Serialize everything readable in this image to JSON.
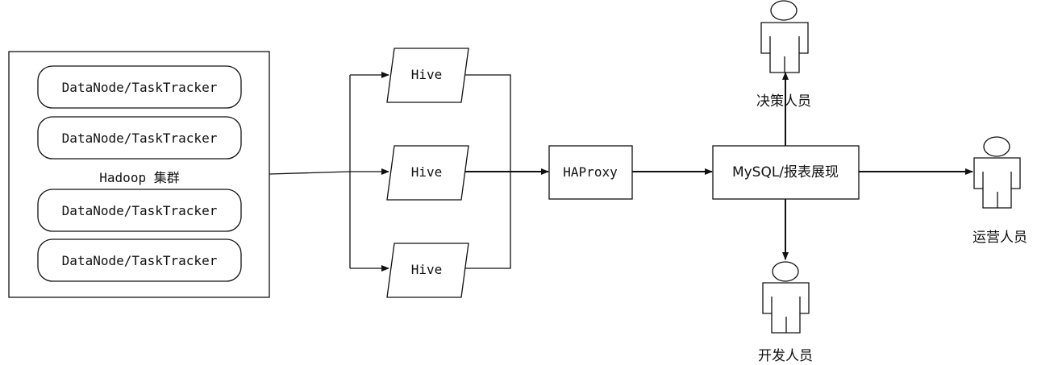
{
  "cluster": {
    "label": "Hadoop 集群",
    "nodes": [
      "DataNode/TaskTracker",
      "DataNode/TaskTracker",
      "DataNode/TaskTracker",
      "DataNode/TaskTracker"
    ]
  },
  "hive_nodes": [
    "Hive",
    "Hive",
    "Hive"
  ],
  "proxy": {
    "label": "HAProxy"
  },
  "mysql": {
    "label": "MySQL/报表展现"
  },
  "people": {
    "decision": "决策人员",
    "operations": "运营人员",
    "development": "开发人员"
  }
}
